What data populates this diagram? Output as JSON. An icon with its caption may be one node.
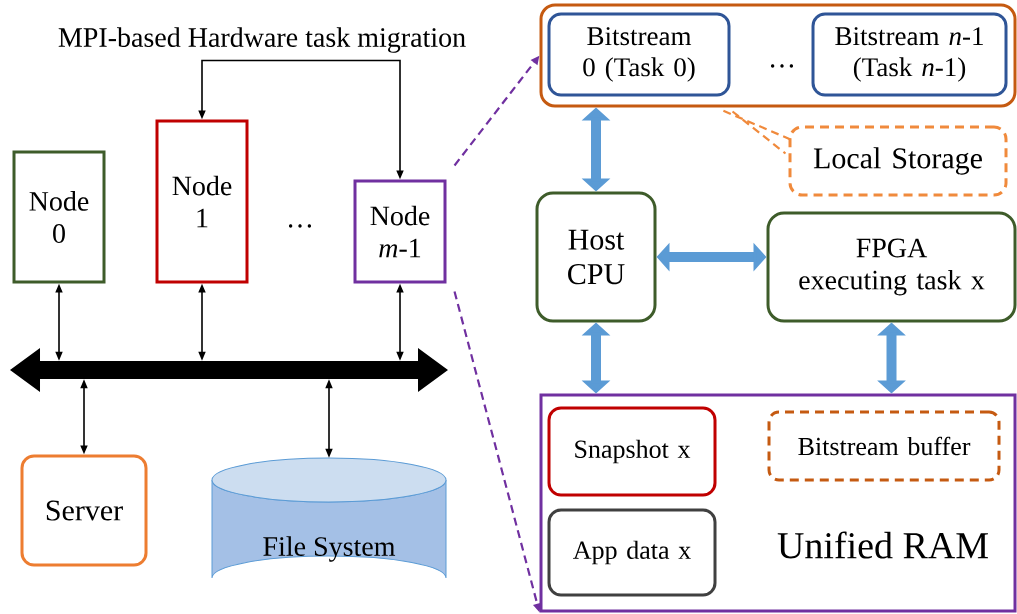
{
  "diagram": {
    "nodes": [
      {
        "text": [
          "Node 0"
        ]
      },
      {
        "text": [
          "Node 1"
        ]
      },
      {
        "text": [
          "Node *m*-1"
        ]
      },
      {
        "text": [],
        "shape": "bar"
      },
      {
        "text": [
          "Server"
        ]
      },
      {
        "text": [
          "File System"
        ]
      },
      {
        "text": [],
        "shape": "box"
      },
      {
        "text": [
          "Bitstream 0 (Task 0)"
        ],
        "in": 6
      },
      {
        "text": [
          "Bitstream *n*-1 (Task *n*-1)"
        ],
        "in": 6
      },
      {
        "text": [
          "Local Storage"
        ]
      },
      {
        "text": [
          "Host CPU"
        ]
      },
      {
        "text": [
          "FPGA",
          "executing task x"
        ]
      },
      {
        "text": [
          "Unified RAM"
        ]
      },
      {
        "text": [
          "Snapshot x"
        ],
        "in": 12
      },
      {
        "text": [
          "Bitstream buffer"
        ],
        "in": 12
      },
      {
        "text": [
          "App data x"
        ],
        "in": 12
      }
    ],
    "edges": [
      {
        "from": 1,
        "to": 2,
        "arrow": "both",
        "label": "MPI-based Hardware task migration"
      },
      {
        "from": 0,
        "to": 3,
        "arrow": "both"
      },
      {
        "from": 1,
        "to": 3,
        "arrow": "both"
      },
      {
        "from": 2,
        "to": 3,
        "arrow": "both"
      },
      {
        "from": 3,
        "to": 4,
        "arrow": "both"
      },
      {
        "from": 3,
        "to": 5,
        "arrow": "both"
      },
      {
        "from": 2,
        "to": 6,
        "arrow": "to",
        "style": "dashed",
        "color": "#7030a0"
      },
      {
        "from": 2,
        "to": 12,
        "arrow": "to",
        "style": "dashed",
        "color": "#7030a0"
      },
      {
        "from": 9,
        "to": 6,
        "arrow": "none",
        "style": "dashed",
        "color": "#f08a3c"
      },
      {
        "from": 6,
        "to": 10,
        "arrow": "both",
        "style": "thick",
        "color": "#5b9bd5"
      },
      {
        "from": 10,
        "to": 11,
        "arrow": "both",
        "style": "thick",
        "color": "#5b9bd5"
      },
      {
        "from": 10,
        "to": 12,
        "arrow": "both",
        "style": "thick",
        "color": "#5b9bd5"
      },
      {
        "from": 11,
        "to": 12,
        "arrow": "both",
        "style": "thick",
        "color": "#5b9bd5"
      }
    ],
    "labels": [
      "…",
      "…"
    ]
  }
}
